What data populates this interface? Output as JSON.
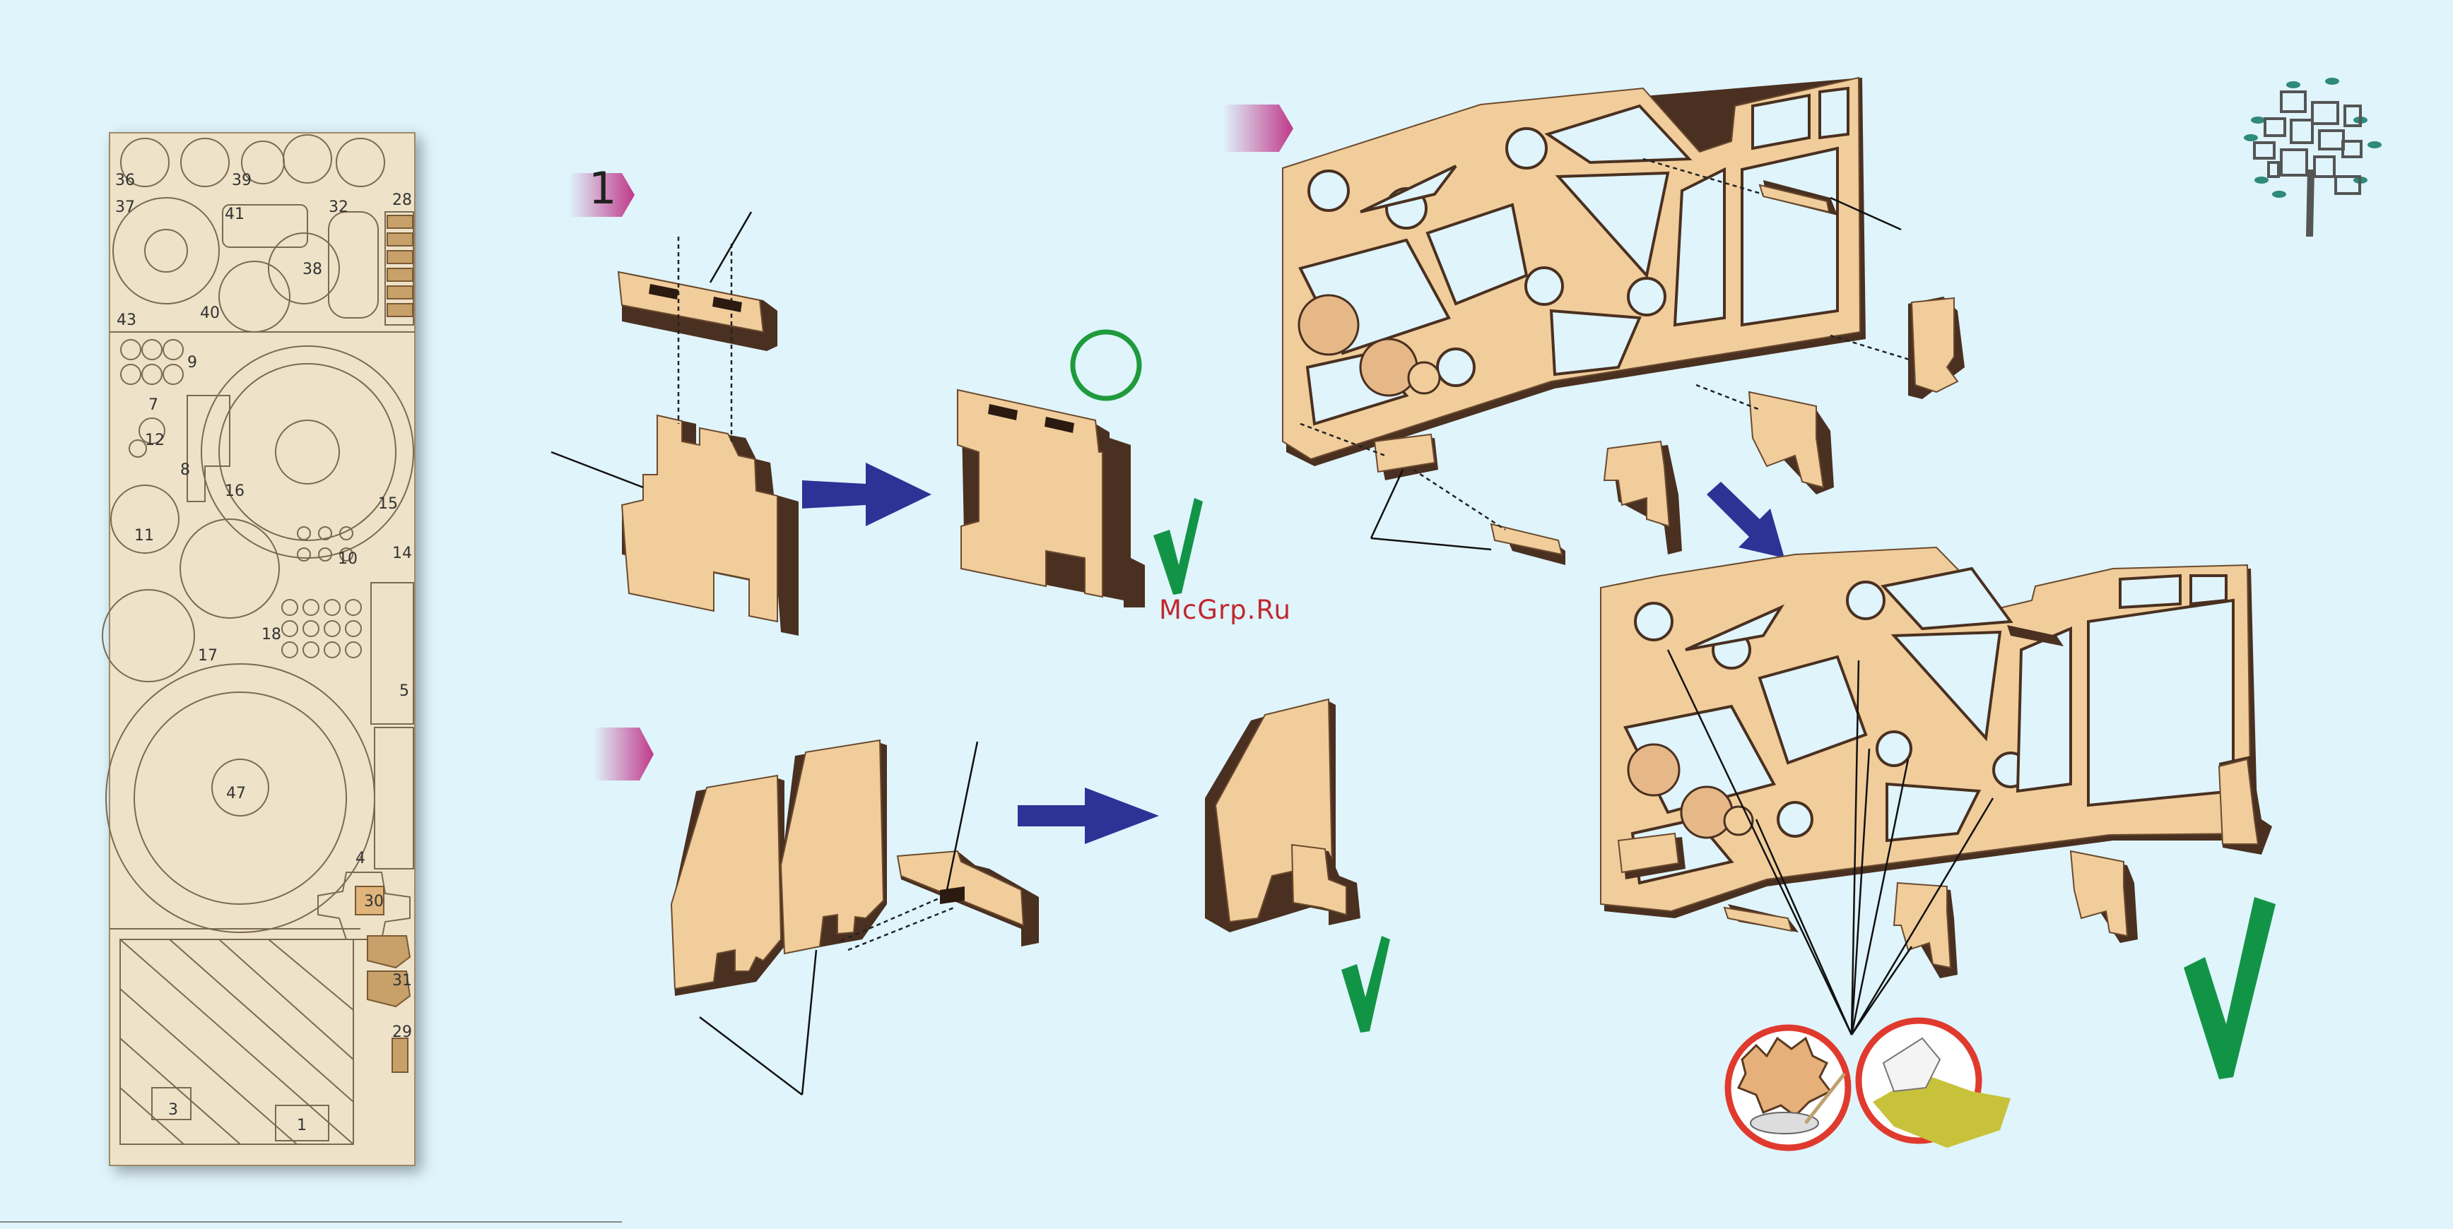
{
  "step": {
    "number": "1"
  },
  "watermark": "McGrp.Ru",
  "sheet": {
    "part_numbers": [
      "36",
      "37",
      "39",
      "41",
      "32",
      "28",
      "38",
      "40",
      "43",
      "9",
      "7",
      "12",
      "8",
      "16",
      "15",
      "11",
      "10",
      "14",
      "18",
      "17",
      "5",
      "47",
      "4",
      "30",
      "31",
      "29",
      "3",
      "1"
    ]
  },
  "colors": {
    "background": "#dff4fb",
    "wood_face": "#f1cd9c",
    "wood_edge": "#4a3020",
    "arrow": "#2d3296",
    "check": "#129447",
    "marker": "#c0398a",
    "ok_circle": "#1f9a3c",
    "warning_ring": "#e03a2e"
  },
  "icons": [
    "step-marker-icon",
    "assembly-arrow-icon",
    "checkmark-icon",
    "ok-circle-icon",
    "glue-icon",
    "sandpaper-icon",
    "family-tree-logo-icon"
  ]
}
